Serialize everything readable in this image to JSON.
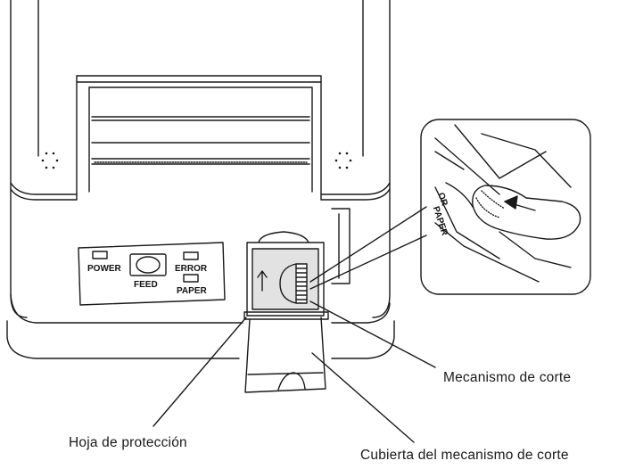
{
  "panel": {
    "power": "POWER",
    "feed": "FEED",
    "error": "ERROR",
    "paper": "PAPER"
  },
  "inset": {
    "fragment_top": "OR",
    "fragment_bottom": "PAPER"
  },
  "callouts": {
    "cutter": "Mecanismo de corte",
    "protection_sheet": "Hoja de protección",
    "cutter_cover": "Cubierta del mecanismo de corte"
  },
  "colors": {
    "line": "#1a1a1a",
    "cover_fill": "#e2e2e2",
    "background": "#ffffff"
  }
}
